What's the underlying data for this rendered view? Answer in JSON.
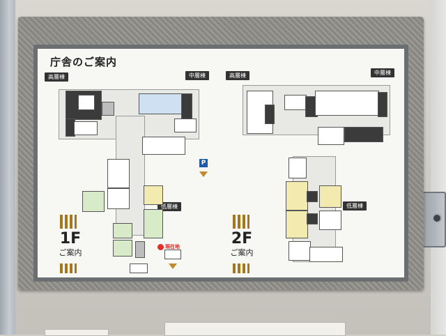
{
  "sign": {
    "title": "庁舎のご案内",
    "floor1": {
      "number": "1F",
      "caption": "ご案内"
    },
    "floor2": {
      "number": "2F",
      "caption": "ご案内"
    },
    "wings": {
      "f1_high": "高層棟",
      "f1_mid": "中層棟",
      "f1_low": "低層棟",
      "f2_high": "高層棟",
      "f2_mid": "中層棟",
      "f2_low": "低層棟"
    },
    "current_location": "現在地",
    "parking_icon": "P",
    "colors": {
      "here": "#e0302a",
      "accent_stripes": "#a6761a",
      "parking": "#1f5aa8"
    }
  }
}
